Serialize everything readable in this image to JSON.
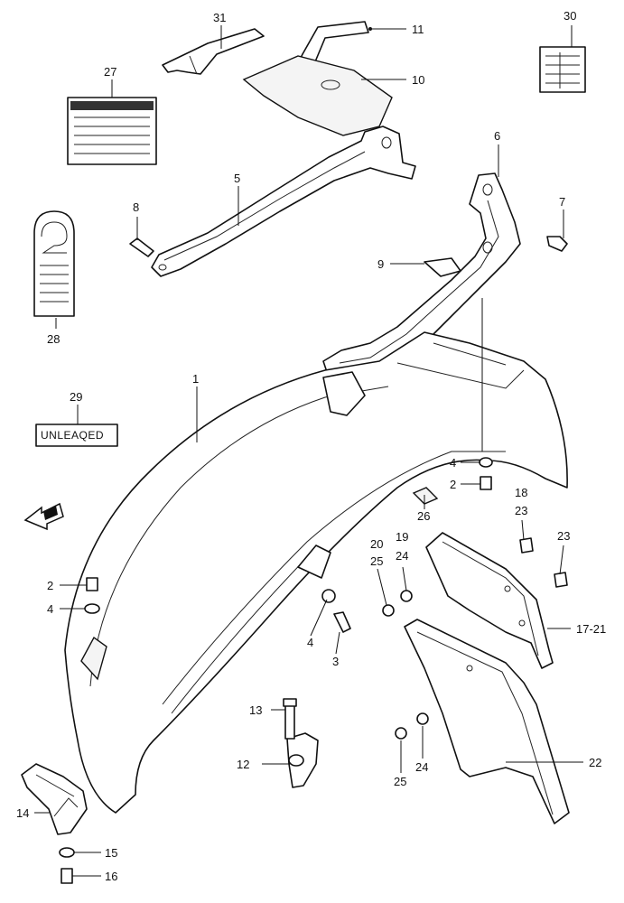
{
  "callouts": {
    "c1": "1",
    "c2a": "2",
    "c2b": "2",
    "c3": "3",
    "c4a": "4",
    "c4b": "4",
    "c4c": "4",
    "c5": "5",
    "c6": "6",
    "c7": "7",
    "c8": "8",
    "c9": "9",
    "c10": "10",
    "c11": "11",
    "c12": "12",
    "c13": "13",
    "c14": "14",
    "c15": "15",
    "c16": "16",
    "c1721": "17-21",
    "c18": "18",
    "c19": "19",
    "c20": "20",
    "c22": "22",
    "c23a": "23",
    "c23b": "23",
    "c24a": "24",
    "c24b": "24",
    "c25a": "25",
    "c25b": "25",
    "c26": "26",
    "c27": "27",
    "c28": "28",
    "c29": "29",
    "c30": "30",
    "c31": "31"
  },
  "labels": {
    "unleaded": "UNLEAQED"
  },
  "icons": {
    "front_arrow": "front-direction-arrow-icon"
  }
}
